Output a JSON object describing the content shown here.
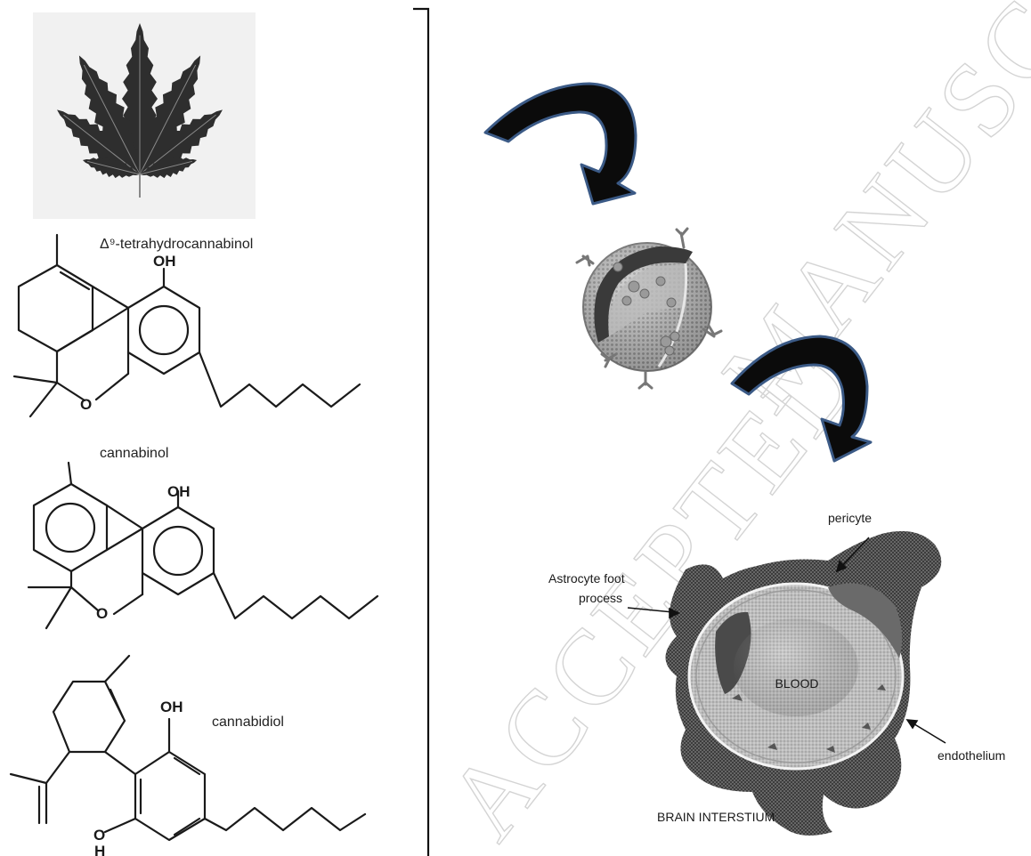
{
  "molecules": {
    "thc": "Δ⁹-tetrahydrocannabinol",
    "cbn": "cannabinol",
    "cbd": "cannabidiol"
  },
  "atoms": {
    "oh": "OH",
    "o": "O",
    "h": "H"
  },
  "bbb": {
    "pericyte": "pericyte",
    "astrocyte_line1": "Astrocyte foot",
    "astrocyte_line2": "process",
    "blood": "BLOOD",
    "endothelium": "endothelium",
    "interstitium": "BRAIN INTERSTIUM"
  },
  "watermark": "ACCEPTED MANUSCRIPT",
  "colors": {
    "arrow_fill": "#0b0b0b",
    "arrow_outline": "#3b5a86"
  }
}
